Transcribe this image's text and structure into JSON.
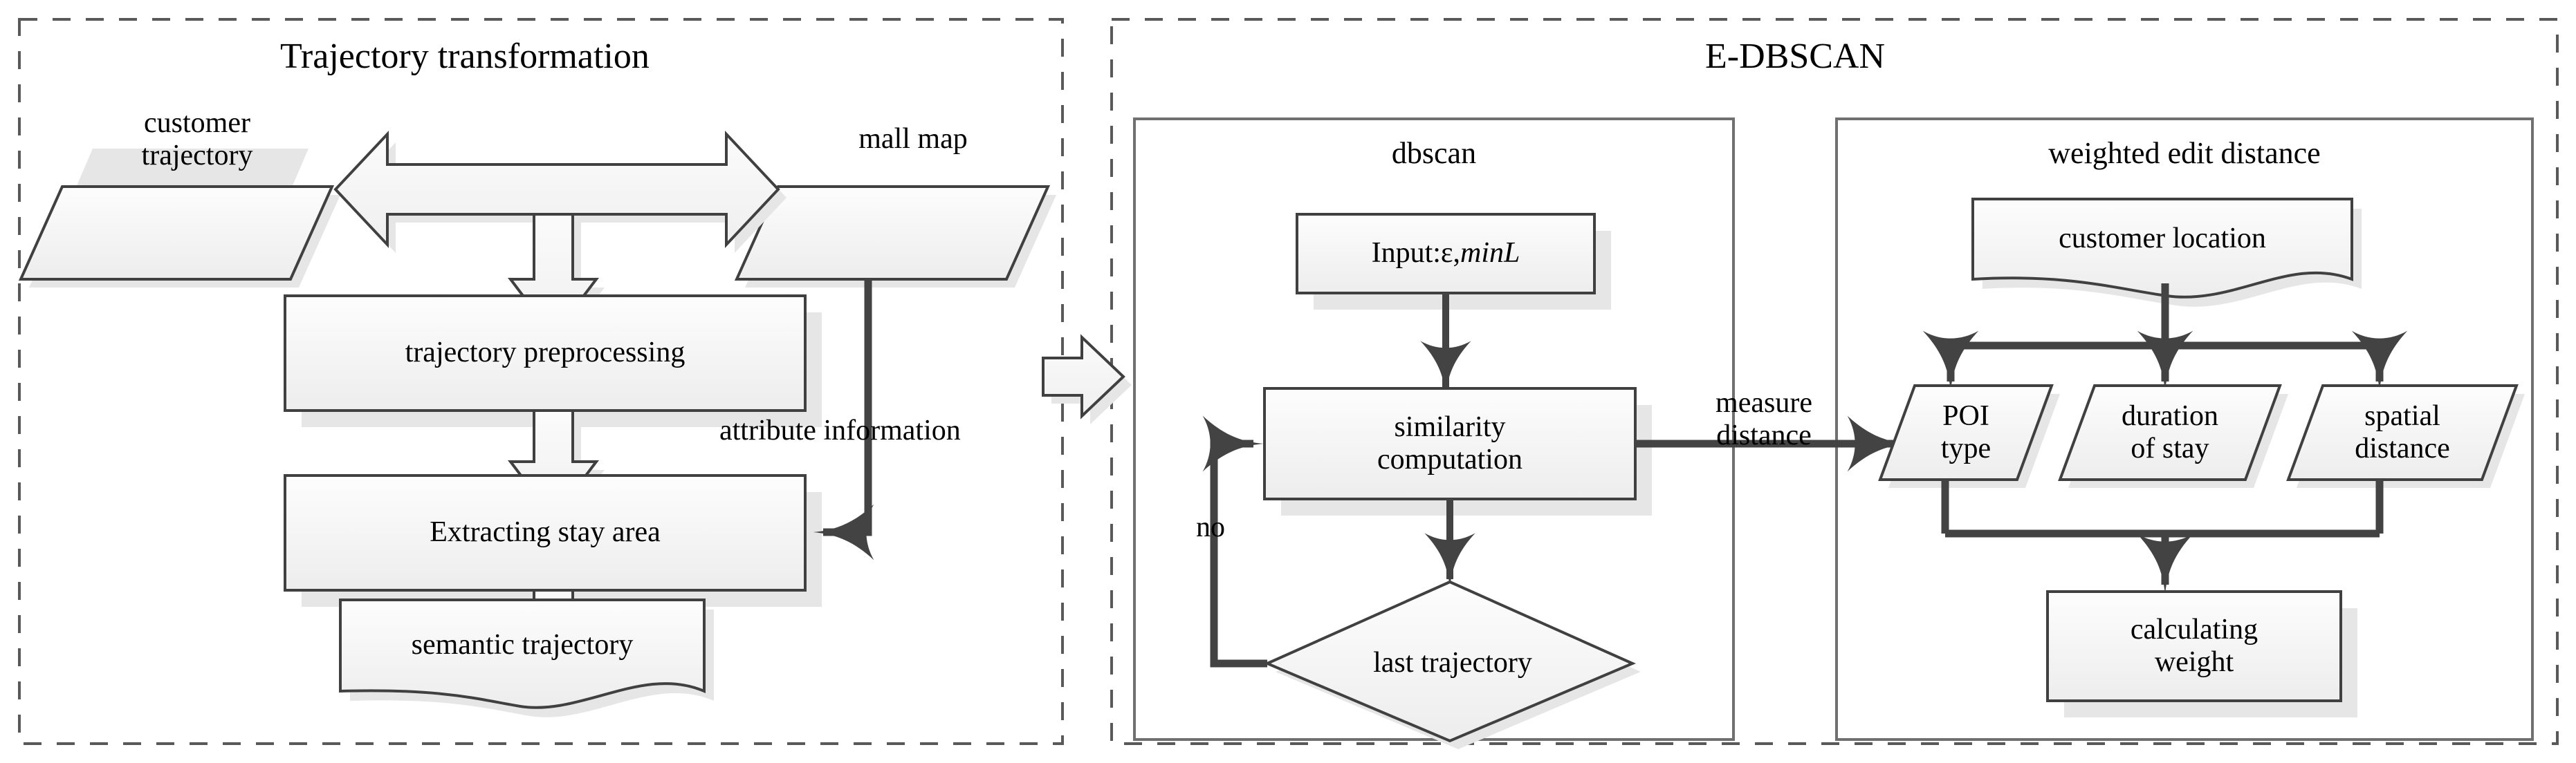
{
  "diagram": {
    "type": "flowchart",
    "background_color": "#ffffff",
    "shape_fill_top": "#fdfdfd",
    "shape_fill_bottom": "#eeeeee",
    "shape_stroke": "#404040",
    "shadow_color": "#e3e3e3",
    "dark_connector_color": "#434343",
    "light_connector_stroke": "#595959"
  },
  "panels": [
    {
      "id": "trajectory-transformation",
      "title": "Trajectory transformation",
      "border_style": "dashed"
    },
    {
      "id": "e-dbscan",
      "title": "E-DBSCAN",
      "border_style": "dashed",
      "subpanels": [
        {
          "id": "dbscan",
          "title": "dbscan",
          "border_style": "solid"
        },
        {
          "id": "weighted-edit-distance",
          "title": "weighted edit distance",
          "border_style": "solid"
        }
      ]
    }
  ],
  "nodes": {
    "customer_trajectory": {
      "label": "customer\ntrajectory",
      "shape": "parallelogram"
    },
    "mall_map": {
      "label": "mall map",
      "shape": "parallelogram"
    },
    "trajectory_preprocessing": {
      "label": "trajectory preprocessing",
      "shape": "rectangle"
    },
    "extracting_stay_area": {
      "label": "Extracting stay area",
      "shape": "rectangle"
    },
    "semantic_trajectory": {
      "label": "semantic trajectory",
      "shape": "document"
    },
    "input_params": {
      "label_prefix": "Input:ε,",
      "label_italic": "minL",
      "shape": "rectangle"
    },
    "similarity_computation": {
      "label": "similarity\ncomputation",
      "shape": "rectangle"
    },
    "last_trajectory": {
      "label": "last trajectory",
      "shape": "diamond"
    },
    "customer_location": {
      "label": "customer location",
      "shape": "document"
    },
    "poi_type": {
      "label": "POI\ntype",
      "shape": "parallelogram"
    },
    "duration_of_stay": {
      "label": "duration\nof stay",
      "shape": "parallelogram"
    },
    "spatial_distance": {
      "label": "spatial\ndistance",
      "shape": "parallelogram"
    },
    "calculating_weight": {
      "label": "calculating\nweight",
      "shape": "rectangle"
    }
  },
  "edge_labels": {
    "attribute_information": "attribute information",
    "measure_distance": "measure\ndistance",
    "no": "no"
  }
}
